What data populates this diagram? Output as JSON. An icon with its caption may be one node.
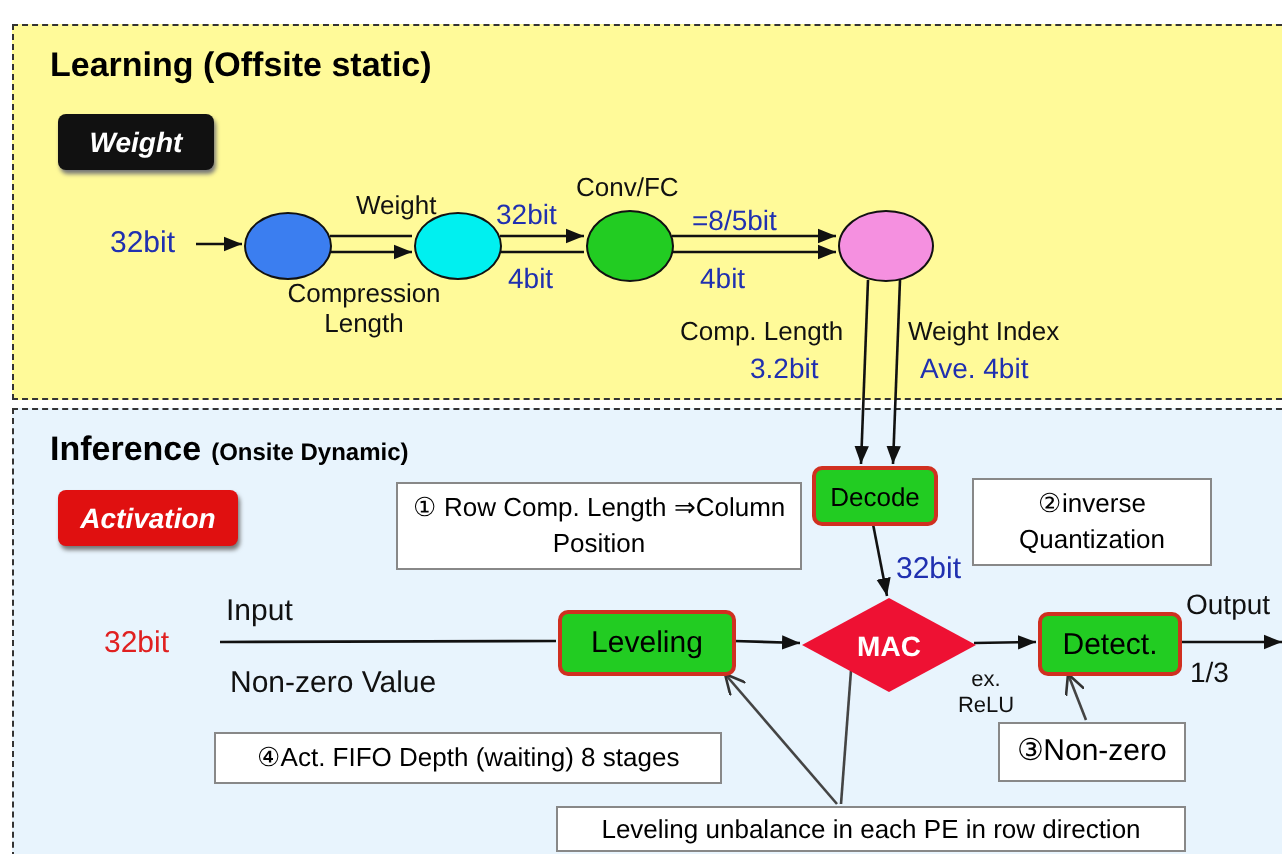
{
  "diagram": {
    "nodes": [
      {
        "text": [
          "Learning (Offsite static)"
        ]
      },
      {
        "text": [
          "Weight"
        ],
        "in": 0
      },
      {
        "text": [],
        "shape": "circle",
        "in": 0
      },
      {
        "text": [],
        "shape": "circle",
        "in": 0
      },
      {
        "text": [],
        "shape": "circle",
        "in": 0,
        "beside": [
          "Conv/FC"
        ]
      },
      {
        "text": [],
        "shape": "circle",
        "in": 0
      },
      {
        "text": [
          "Inference",
          "(Onsite Dynamic)"
        ]
      },
      {
        "text": [
          "Activation"
        ],
        "in": 6
      },
      {
        "text": [
          "① Row Comp. Length ⇒Column Position"
        ],
        "in": 6
      },
      {
        "text": [
          "Decode"
        ],
        "in": 6
      },
      {
        "text": [
          "②inverse Quantization"
        ],
        "in": 6
      },
      {
        "text": [
          "Leveling"
        ],
        "in": 6
      },
      {
        "text": [
          "MAC"
        ],
        "in": 6
      },
      {
        "text": [
          "Detect."
        ],
        "in": 6
      },
      {
        "text": [
          "④Act. FIFO Depth (waiting) 8 stages"
        ],
        "in": 6
      },
      {
        "text": [
          "③Non-zero"
        ],
        "in": 6
      },
      {
        "text": [
          "Leveling unbalance in each PE in row direction"
        ],
        "in": 6
      }
    ],
    "edges": [
      {
        "from": null,
        "to": 2,
        "arrow": "to",
        "label": "32bit"
      },
      {
        "from": 2,
        "to": 3,
        "arrow": "none",
        "label": "Weight"
      },
      {
        "from": 2,
        "to": 3,
        "arrow": "to",
        "label": "Compression Length"
      },
      {
        "from": 3,
        "to": 4,
        "arrow": "to",
        "label": "32bit"
      },
      {
        "from": 3,
        "to": 4,
        "arrow": "none",
        "label": "4bit"
      },
      {
        "from": 4,
        "to": 5,
        "arrow": "to",
        "label": "=8/5bit"
      },
      {
        "from": 4,
        "to": 5,
        "arrow": "to",
        "label": "4bit"
      },
      {
        "from": 5,
        "to": 9,
        "arrow": "to",
        "label": "Comp. Length"
      },
      {
        "from": 5,
        "to": 9,
        "arrow": "to",
        "label": "Weight Index"
      },
      {
        "from": 9,
        "to": 12,
        "arrow": "to",
        "label": "32bit"
      },
      {
        "from": null,
        "to": 11,
        "arrow": "none",
        "label": "Input"
      },
      {
        "from": 11,
        "to": 12,
        "arrow": "to"
      },
      {
        "from": 12,
        "to": 13,
        "arrow": "to",
        "label": "ex. ReLU"
      },
      {
        "from": 13,
        "to": null,
        "arrow": "to",
        "label": "Output"
      },
      {
        "from": 15,
        "to": 13,
        "arrow": "to"
      },
      {
        "from": 16,
        "to": 11,
        "arrow": "to"
      },
      {
        "from": 16,
        "to": 12,
        "arrow": "none"
      }
    ],
    "labels": [
      "3.2bit",
      "Ave. 4bit",
      "32bit",
      "Non-zero Value",
      "1/3"
    ]
  }
}
